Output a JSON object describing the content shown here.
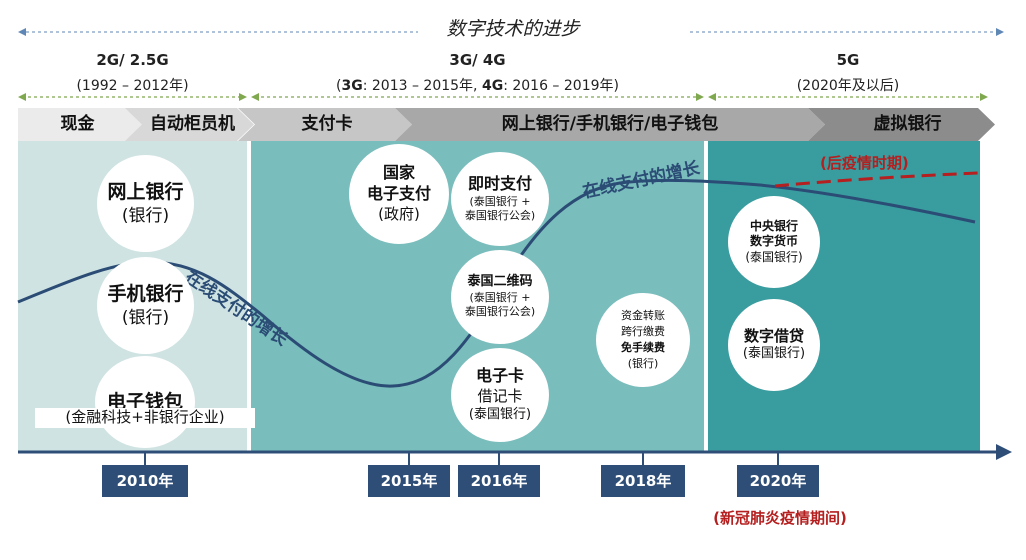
{
  "title": "数字技术的进步",
  "eras": [
    {
      "name": "2G/ 2.5G",
      "sub": "(1992 – 2012年)"
    },
    {
      "name": "3G/ 4G",
      "sub_parts": [
        "(",
        "3G",
        ": 2013 – 2015年, ",
        "4G",
        ": 2016 – 2019年)"
      ]
    },
    {
      "name": "5G",
      "sub": "(2020年及以后)"
    }
  ],
  "bands": [
    "现金",
    "自动柜员机",
    "支付卡",
    "网上银行/手机银行/电子钱包",
    "虚拟银行"
  ],
  "circles": [
    {
      "title": "网上银行",
      "sub": "(银行)"
    },
    {
      "title": "手机银行",
      "sub": "(银行)"
    },
    {
      "title": "电子钱包",
      "sub": "(金融科技+非银行企业)"
    },
    {
      "title": "国家",
      "title2": "电子支付",
      "sub": "(政府)"
    },
    {
      "title": "即时支付",
      "sub": "(泰国银行 +",
      "sub2": "泰国银行公会)"
    },
    {
      "title": "泰国二维码",
      "sub": "(泰国银行 +",
      "sub2": "泰国银行公会)"
    },
    {
      "title": "电子卡",
      "title2": "借记卡",
      "sub": "(泰国银行)"
    },
    {
      "line1": "资金转账",
      "line2": "跨行缴费",
      "line3": "免手续费",
      "sub": "(银行)"
    },
    {
      "title": "中央银行",
      "title2": "数字货币",
      "sub": "(泰国银行)"
    },
    {
      "title": "数字借贷",
      "sub": "(泰国银行)"
    }
  ],
  "curve_labels": [
    "在线支付的增长",
    "在线支付的增长"
  ],
  "post_covid_label": "(后疫情时期)",
  "years": [
    "2010年",
    "2015年",
    "2016年",
    "2018年",
    "2020年"
  ],
  "covid_label": "(新冠肺炎疫情期间)",
  "colors": {
    "navy": "#2e4e78",
    "zone_light": "#cfe3e2",
    "zone_mid": "#79bdbc",
    "zone_dark": "#399c9f",
    "band_light": "#ebebeb",
    "band_mid": "#c6c6c6",
    "band_dark": "#8c8c8c",
    "arrow_green": "#7fa84f",
    "arrow_blue": "#5e87b5",
    "red": "#b51f1f"
  }
}
